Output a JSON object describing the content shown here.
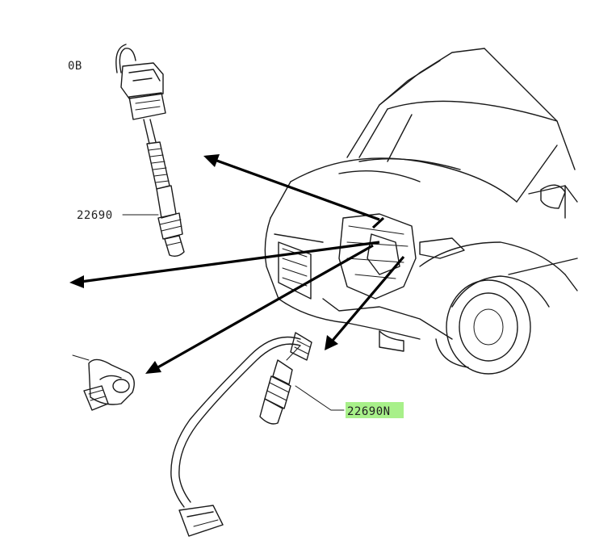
{
  "diagram": {
    "corner_ref": "0B",
    "callouts": [
      {
        "id": "upper-sensor",
        "text": "22690"
      },
      {
        "id": "lower-sensor",
        "text": "22690N",
        "highlight_color": "#a8f08a"
      }
    ]
  }
}
